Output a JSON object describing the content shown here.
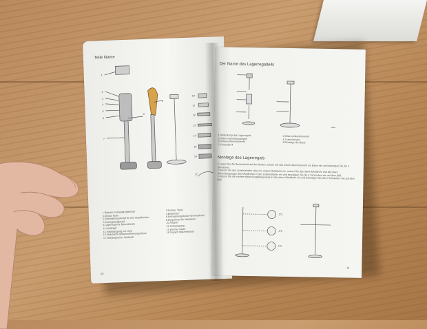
{
  "left_page": {
    "title": "Teile Name",
    "page_number": "10",
    "parts_col1": [
      "1.Batterie-Entriegelungsknopf",
      "3.Modus Taste",
      "5.Entriegelungsknopf für den Staubbecher",
      "7.Entriegelungknopf",
      "9.Lagerregal für Bodenbürste",
      "11.Verlänger",
      "13.Flachsaugung mit Licht",
      "15.Elektrische Milbenentfernungsbürste",
      "17.Teleskopischer Schlauch"
    ],
    "parts_col2": [
      "2.Ein/Aus Taste",
      "4.Bildschirm",
      "6.Entriegelungsknopf für Metallrohr",
      "8.Biegeknopf für Metallrohr",
      "10.Adapter",
      "12.Sofasaugung",
      "14.Weiche bürste",
      "16.Teppich Walzenbürste"
    ],
    "callouts": [
      "1",
      "2",
      "3",
      "4",
      "5",
      "6",
      "7",
      "8",
      "9",
      "10",
      "11",
      "12",
      "13",
      "14",
      "15",
      "16",
      "17"
    ]
  },
  "right_page": {
    "title": "Der Name des Lagerregalteils",
    "page_number": "11",
    "parts_col1": [
      "1.Abdeckung des Lagerregals",
      "3.Obere Hülsenbaugruppe",
      "5.Unteres Aluminiumrohr",
      "7.Schraube*4"
    ],
    "parts_col2": [
      "2.Oberes Aluminiumrohr",
      "4.Zubehörhalter",
      "6.Montage der Basis"
    ],
    "mount_title": "Montage des Lagerregals",
    "steps": [
      "1.Legen Sie die Basiseinheit auf den Boden, setzen Sie das untere Aluminiumrohr ins Basis ein und befestigen Sie die 2 Schrauben.",
      "2.Setzen Sie den Zubehörhalter oben ins untere Metallrohr ein, setzen Sie das obere Metallrohr und die obere Hülsenbaugruppe des Metallrohre in den Zubehörhalter ein und befestigen Sie die 4 Schrauben wie auf dem Bild.",
      "3.Setzen Sie die vordere Abdeckungsbaugruppe in das obere Metallrohr ein und befestigen Sie die 2 Schrauben wie auf dem Bild."
    ],
    "detail_labels": [
      "1*2",
      "1*4",
      "1*2"
    ]
  }
}
